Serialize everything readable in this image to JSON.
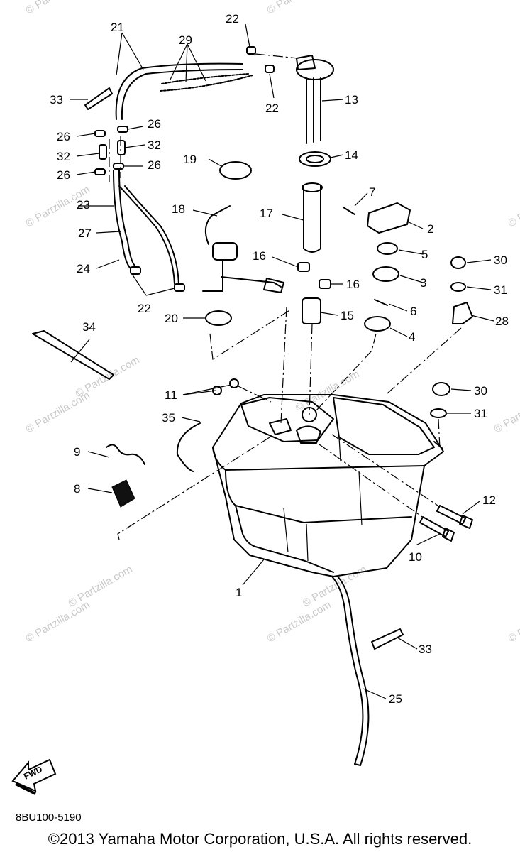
{
  "diagram": {
    "part_callouts": [
      "1",
      "2",
      "3",
      "4",
      "5",
      "6",
      "7",
      "8",
      "9",
      "10",
      "11",
      "12",
      "13",
      "14",
      "15",
      "16",
      "16",
      "17",
      "18",
      "19",
      "20",
      "21",
      "22",
      "22",
      "22",
      "23",
      "24",
      "25",
      "26",
      "26",
      "26",
      "26",
      "27",
      "28",
      "29",
      "30",
      "30",
      "31",
      "31",
      "32",
      "32",
      "33",
      "33",
      "34",
      "35"
    ],
    "watermark": "Partzilla.com",
    "watermark_marks": [
      "© Partzilla.com",
      "© Partzilla.com",
      "© Partzilla.com",
      "© Partzilla.com",
      "© Partzilla.com",
      "© Partzilla.com",
      "© Partzilla.com",
      "© Partzilla.com",
      "© Partzilla.com",
      "© Partzilla.com",
      "© Partzilla.com",
      "© Partzilla.com",
      "© Partzilla.com"
    ],
    "direction_arrow_label": "FWD",
    "diagram_code": "8BU100-5190",
    "copyright": "©2013 Yamaha Motor Corporation, U.S.A. All rights reserved."
  }
}
